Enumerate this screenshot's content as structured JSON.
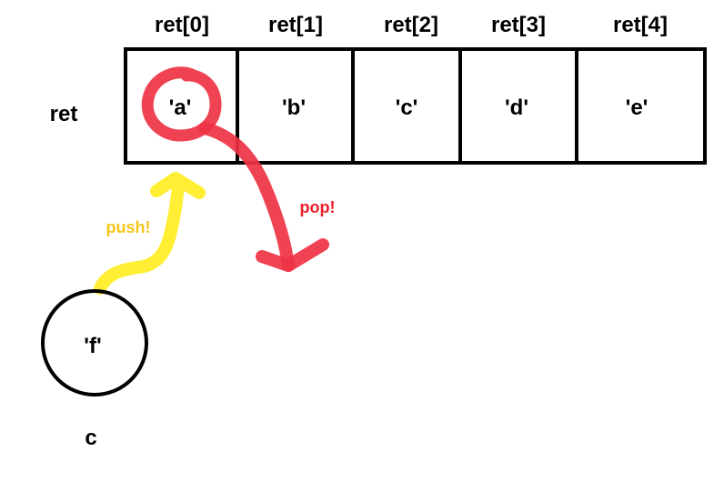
{
  "array": {
    "name": "ret",
    "headers": [
      "ret[0]",
      "ret[1]",
      "ret[2]",
      "ret[3]",
      "ret[4]"
    ],
    "values": [
      "'a'",
      "'b'",
      "'c'",
      "'d'",
      "'e'"
    ]
  },
  "variable": {
    "name": "c",
    "value": "'f'"
  },
  "annotations": {
    "push_label": "push!",
    "pop_label": "pop!"
  },
  "colors": {
    "push": "#ffee33",
    "push_text": "#f5c518",
    "pop": "#ee3344",
    "pop_text": "#e8202a",
    "ink": "#000000"
  }
}
